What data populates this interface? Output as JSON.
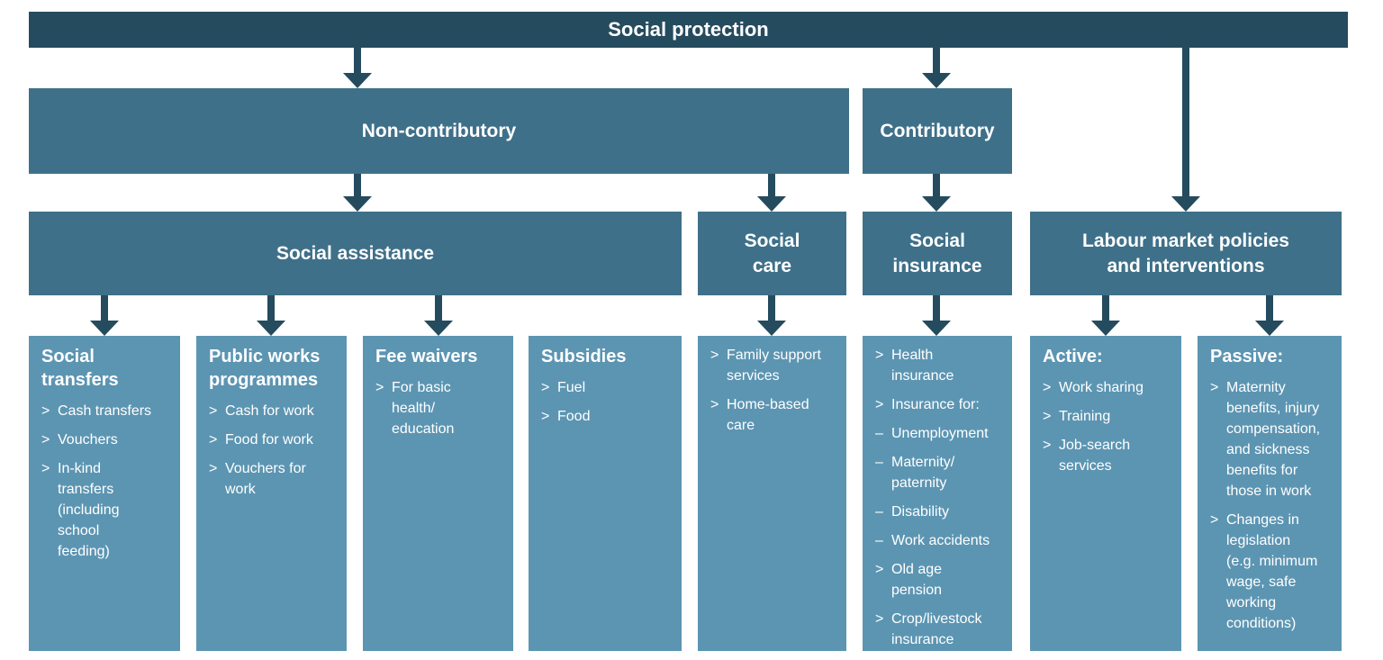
{
  "palette": {
    "dark_navy": "#254b5e",
    "teal": "#3f7089",
    "light_blue": "#5c95b2",
    "text_color": "#ffffff",
    "background": "#ffffff"
  },
  "root": {
    "label": "Social protection"
  },
  "branches": {
    "non_contributory": {
      "label": "Non-contributory"
    },
    "contributory": {
      "label": "Contributory"
    }
  },
  "level3": {
    "social_assistance": {
      "label": "Social assistance"
    },
    "social_care": {
      "label": "Social\ncare"
    },
    "social_insurance": {
      "label": "Social\ninsurance"
    },
    "labour_market": {
      "label": "Labour market policies\nand interventions"
    }
  },
  "columns": [
    {
      "heading": "Social\ntransfers",
      "items": [
        {
          "bullet": ">",
          "text": "Cash transfers"
        },
        {
          "bullet": ">",
          "text": "Vouchers"
        },
        {
          "bullet": ">",
          "text": "In-kind\ntransfers\n(including\nschool\nfeeding)"
        }
      ]
    },
    {
      "heading": "Public works\nprogrammes",
      "items": [
        {
          "bullet": ">",
          "text": "Cash for work"
        },
        {
          "bullet": ">",
          "text": "Food for work"
        },
        {
          "bullet": ">",
          "text": "Vouchers for\nwork"
        }
      ]
    },
    {
      "heading": "Fee waivers",
      "items": [
        {
          "bullet": ">",
          "text": "For basic\nhealth/\neducation"
        }
      ]
    },
    {
      "heading": "Subsidies",
      "items": [
        {
          "bullet": ">",
          "text": "Fuel"
        },
        {
          "bullet": ">",
          "text": "Food"
        }
      ]
    },
    {
      "items": [
        {
          "bullet": ">",
          "text": "Family support\nservices"
        },
        {
          "bullet": ">",
          "text": "Home-based\ncare"
        }
      ]
    },
    {
      "items": [
        {
          "bullet": ">",
          "text": "Health\ninsurance"
        },
        {
          "bullet": ">",
          "text": "Insurance for:"
        },
        {
          "bullet": "–",
          "text": "Unemployment"
        },
        {
          "bullet": "–",
          "text": "Maternity/\npaternity"
        },
        {
          "bullet": "–",
          "text": "Disability"
        },
        {
          "bullet": "–",
          "text": "Work accidents"
        },
        {
          "bullet": ">",
          "text": "Old age\npension"
        },
        {
          "bullet": ">",
          "text": "Crop/livestock\ninsurance"
        }
      ]
    },
    {
      "heading": "Active:",
      "items": [
        {
          "bullet": ">",
          "text": "Work sharing"
        },
        {
          "bullet": ">",
          "text": "Training"
        },
        {
          "bullet": ">",
          "text": "Job-search\nservices"
        }
      ]
    },
    {
      "heading": "Passive:",
      "items": [
        {
          "bullet": ">",
          "text": "Maternity\nbenefits, injury\ncompensation,\nand sickness\nbenefits for\nthose in work"
        },
        {
          "bullet": ">",
          "text": "Changes in\nlegislation\n(e.g. minimum\nwage, safe\nworking\nconditions)"
        }
      ]
    }
  ]
}
